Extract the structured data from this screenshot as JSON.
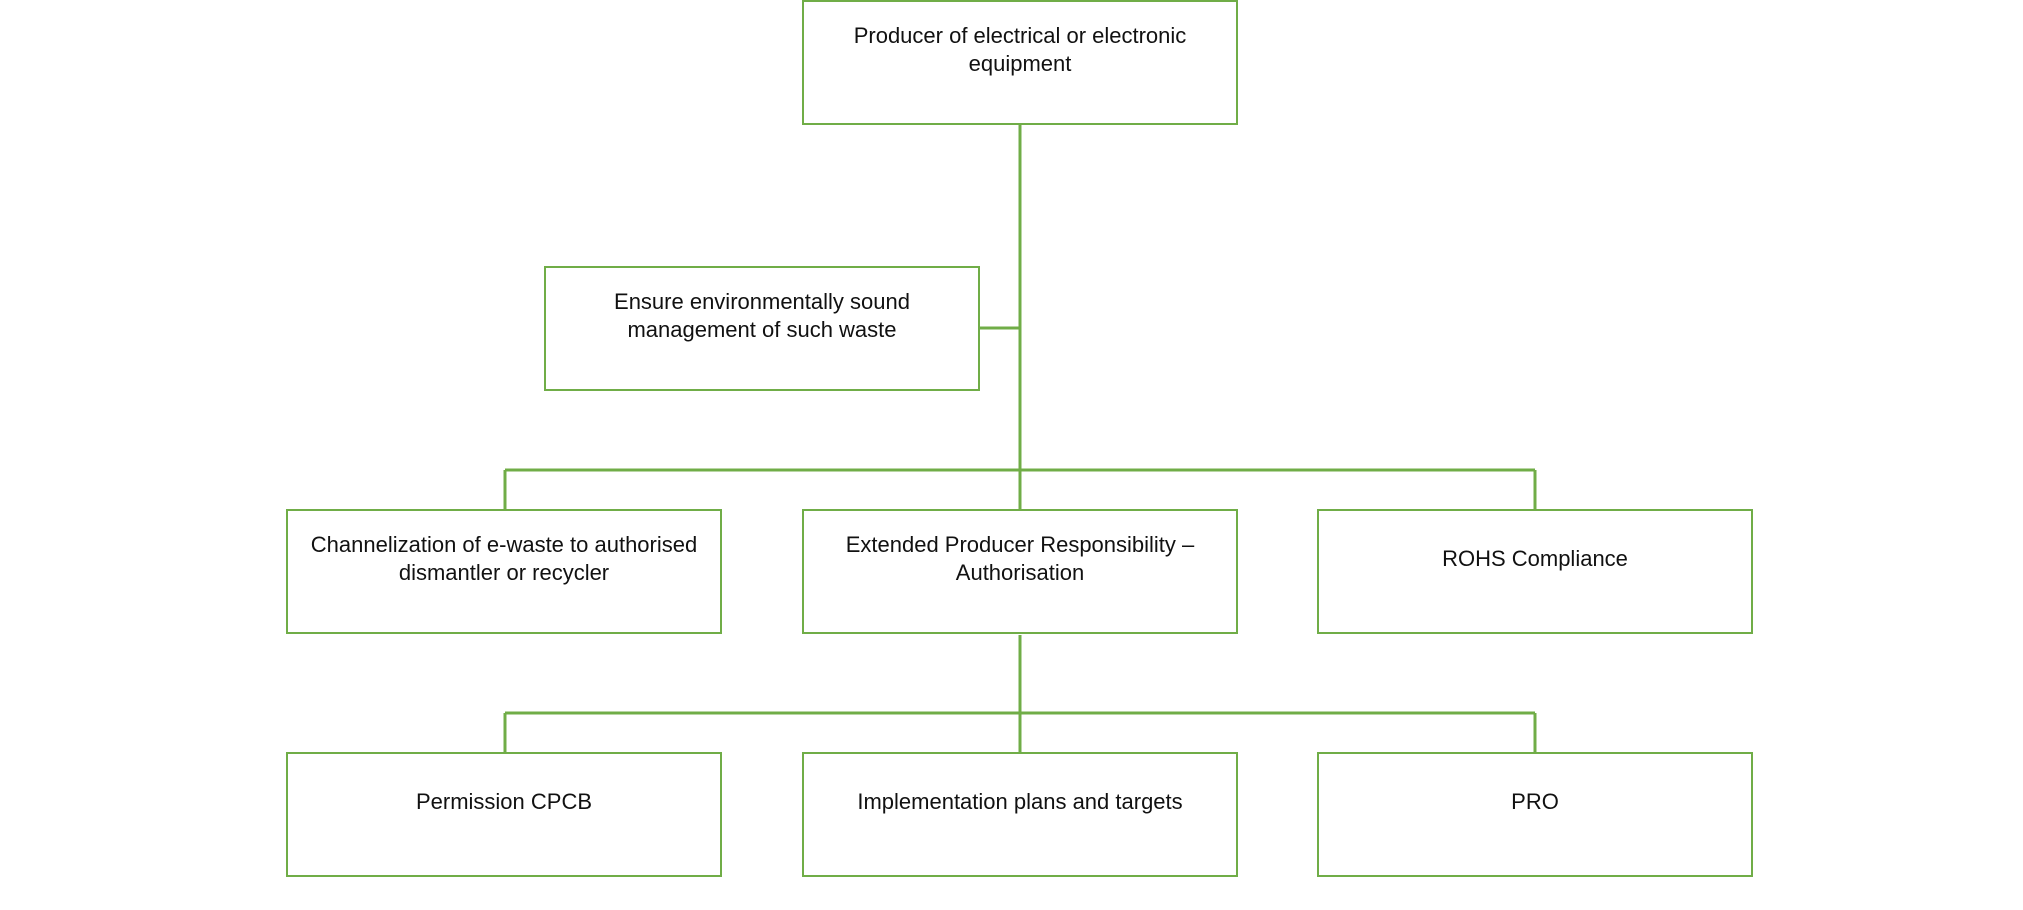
{
  "diagram": {
    "type": "org-chart",
    "line_color": "#70ad47",
    "nodes": {
      "root": {
        "label": "Producer of electrical or electronic equipment"
      },
      "environment": {
        "label": "Ensure environmentally sound management of such waste"
      },
      "channelization": {
        "label": "Channelization of e-waste to authorised dismantler or recycler"
      },
      "epr": {
        "label": "Extended Producer Responsibility – Authorisation"
      },
      "rohs": {
        "label": "ROHS Compliance"
      },
      "permission": {
        "label": "Permission CPCB"
      },
      "implementation": {
        "label": "Implementation plans and targets"
      },
      "pro": {
        "label": "PRO"
      }
    },
    "edges": [
      {
        "from": "root",
        "to": "environment"
      },
      {
        "from": "root",
        "to": "channelization"
      },
      {
        "from": "root",
        "to": "epr"
      },
      {
        "from": "root",
        "to": "rohs"
      },
      {
        "from": "epr",
        "to": "permission"
      },
      {
        "from": "epr",
        "to": "implementation"
      },
      {
        "from": "epr",
        "to": "pro"
      }
    ]
  }
}
